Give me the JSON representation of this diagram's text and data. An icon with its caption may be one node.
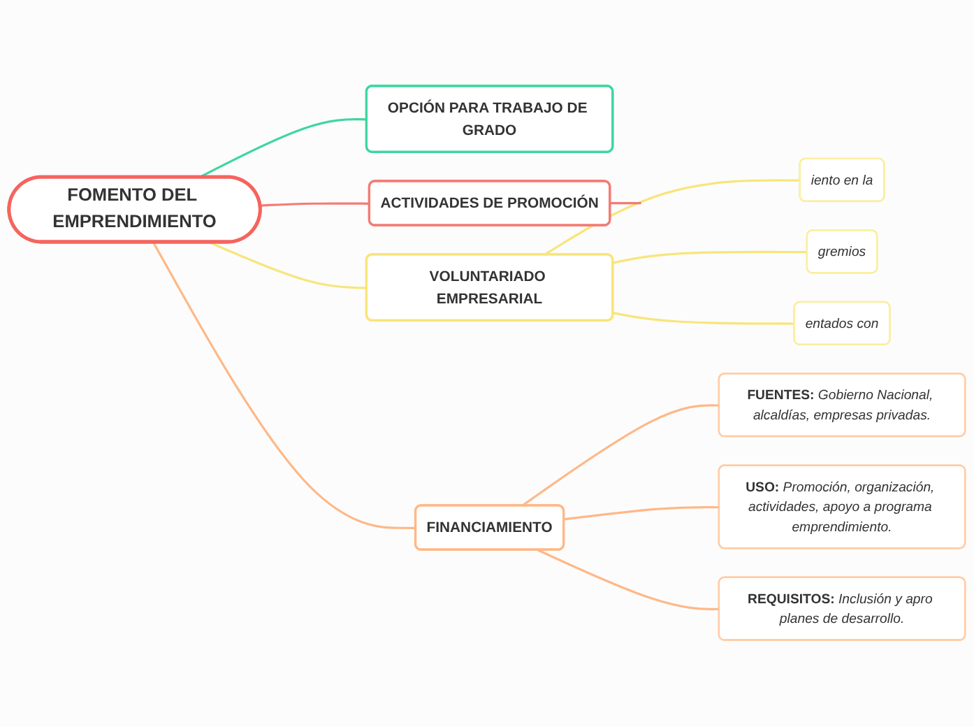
{
  "diagram": {
    "nodes": [
      {
        "text": [
          "FOMENTO DEL EMPRENDIMIENTO"
        ]
      },
      {
        "text": [
          "OPCIÓN PARA TRABAJO DE GRADO"
        ]
      },
      {
        "text": [
          "ACTIVIDADES DE PROMOCIÓN"
        ]
      },
      {
        "text": [
          "VOLUNTARIADO EMPRESARIAL"
        ]
      },
      {
        "text": [
          "iento en la"
        ]
      },
      {
        "text": [
          "gremios"
        ]
      },
      {
        "text": [
          "entados con"
        ]
      },
      {
        "text": [
          "FINANCIAMIENTO"
        ]
      },
      {
        "text": [
          "**FUENTES:** *Gobierno Nacional, alcaldías, empresas privadas.*"
        ]
      },
      {
        "text": [
          "**USO:** *Promoción, organización, actividades, apoyo a programa emprendimiento.*"
        ]
      },
      {
        "text": [
          "**REQUISITOS:** *Inclusión y apro planes de desarrollo.*"
        ]
      }
    ],
    "edges": [
      {
        "from": 0,
        "to": 1,
        "arrow": "none",
        "color": "#3fd6a0"
      },
      {
        "from": 0,
        "to": 2,
        "arrow": "none",
        "color": "#f47b73"
      },
      {
        "from": 0,
        "to": 3,
        "arrow": "none",
        "color": "#f8e57a"
      },
      {
        "from": 0,
        "to": 7,
        "arrow": "none",
        "color": "#ffb887"
      },
      {
        "from": 3,
        "to": 4,
        "arrow": "none",
        "color": "#f8e57a"
      },
      {
        "from": 3,
        "to": 5,
        "arrow": "none",
        "color": "#f8e57a"
      },
      {
        "from": 3,
        "to": 6,
        "arrow": "none",
        "color": "#f8e57a"
      },
      {
        "from": 7,
        "to": 8,
        "arrow": "none",
        "color": "#ffb887"
      },
      {
        "from": 7,
        "to": 9,
        "arrow": "none",
        "color": "#ffb887"
      },
      {
        "from": 7,
        "to": 10,
        "arrow": "none",
        "color": "#ffb887"
      },
      {
        "from": 2,
        "to": null,
        "arrow": "none",
        "color": "#f47b73"
      }
    ]
  }
}
